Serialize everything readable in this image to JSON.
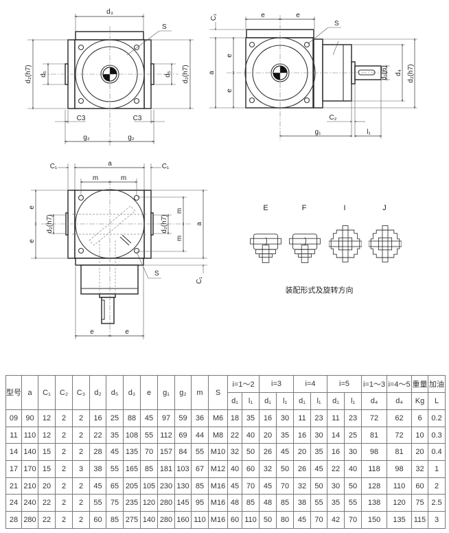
{
  "drawing_front": {
    "d3": "d₃",
    "S": "S",
    "d2_left": "d₂(h7)",
    "d5_left": "d₅",
    "d5_right": "d₅",
    "d2_right": "d₂(h7)",
    "C3_left": "C3",
    "C3_right": "C3",
    "g2_left": "g₂",
    "g2_right": "g₂"
  },
  "drawing_side": {
    "e_top_left": "e",
    "e_top_right": "e",
    "C1": "C₁",
    "S": "S",
    "a": "a",
    "e_upper": "e",
    "e_lower": "e",
    "d1": "d₁(j6)",
    "d4": "d₄",
    "d2": "d₂(h7)",
    "C2": "C₂",
    "g1": "g₁",
    "l1": "l₁"
  },
  "drawing_top": {
    "C1_left": "C₁",
    "a_top": "a",
    "C1_right": "C₁",
    "m_left": "m",
    "m_right": "m",
    "e_upper": "e",
    "e_lower": "e",
    "d2_left": "d₂(h7)",
    "d2_right": "d₂(h7)",
    "m_upper": "m",
    "m_lower": "m",
    "a_right": "a",
    "C1_bottom": "C₁",
    "S": "S",
    "e_bottom_left": "e",
    "e_bottom_right": "e"
  },
  "mounting": {
    "labels": [
      "E",
      "F",
      "I",
      "J"
    ],
    "caption": "装配形式及旋转方向"
  },
  "table": {
    "header_main": [
      "型号",
      "a",
      "C₁",
      "C₂",
      "C₃",
      "d₂",
      "d₅",
      "d₃",
      "e",
      "g₁",
      "g₂",
      "m",
      "S"
    ],
    "header_groups": [
      "i=1～2",
      "i=3",
      "i=4",
      "i=5",
      "i=1～3",
      "i=4～5",
      "重量",
      "加油"
    ],
    "header_sub": [
      "d₁",
      "l₁",
      "d₁",
      "l₁",
      "d₁",
      "l₁",
      "d₁",
      "l₁",
      "d₄",
      "d₄",
      "Kg",
      "L"
    ],
    "rows": [
      [
        "09",
        "90",
        "12",
        "2",
        "2",
        "16",
        "25",
        "88",
        "45",
        "97",
        "59",
        "36",
        "M6",
        "18",
        "35",
        "16",
        "30",
        "11",
        "23",
        "11",
        "23",
        "72",
        "62",
        "6",
        "0.2"
      ],
      [
        "11",
        "110",
        "12",
        "2",
        "2",
        "22",
        "35",
        "108",
        "55",
        "112",
        "69",
        "44",
        "M8",
        "22",
        "40",
        "20",
        "35",
        "16",
        "30",
        "14",
        "25",
        "81",
        "72",
        "10",
        "0.3"
      ],
      [
        "14",
        "140",
        "15",
        "2",
        "2",
        "28",
        "45",
        "135",
        "70",
        "157",
        "84",
        "55",
        "M10",
        "32",
        "50",
        "26",
        "45",
        "20",
        "35",
        "16",
        "30",
        "98",
        "81",
        "20",
        "0.4"
      ],
      [
        "17",
        "170",
        "15",
        "2",
        "3",
        "38",
        "55",
        "165",
        "85",
        "181",
        "103",
        "67",
        "M12",
        "40",
        "60",
        "32",
        "50",
        "26",
        "45",
        "22",
        "40",
        "118",
        "98",
        "32",
        "1"
      ],
      [
        "21",
        "210",
        "20",
        "2",
        "2",
        "45",
        "65",
        "205",
        "105",
        "230",
        "130",
        "85",
        "M16",
        "45",
        "70",
        "45",
        "70",
        "32",
        "50",
        "30",
        "50",
        "128",
        "110",
        "60",
        "2"
      ],
      [
        "24",
        "240",
        "22",
        "2",
        "2",
        "55",
        "75",
        "235",
        "120",
        "280",
        "145",
        "95",
        "M16",
        "48",
        "85",
        "48",
        "85",
        "38",
        "55",
        "35",
        "55",
        "138",
        "120",
        "75",
        "2.5"
      ],
      [
        "28",
        "280",
        "22",
        "2",
        "2",
        "60",
        "85",
        "275",
        "140",
        "280",
        "160",
        "110",
        "M16",
        "60",
        "110",
        "50",
        "80",
        "45",
        "70",
        "42",
        "70",
        "150",
        "135",
        "115",
        "3"
      ]
    ]
  }
}
